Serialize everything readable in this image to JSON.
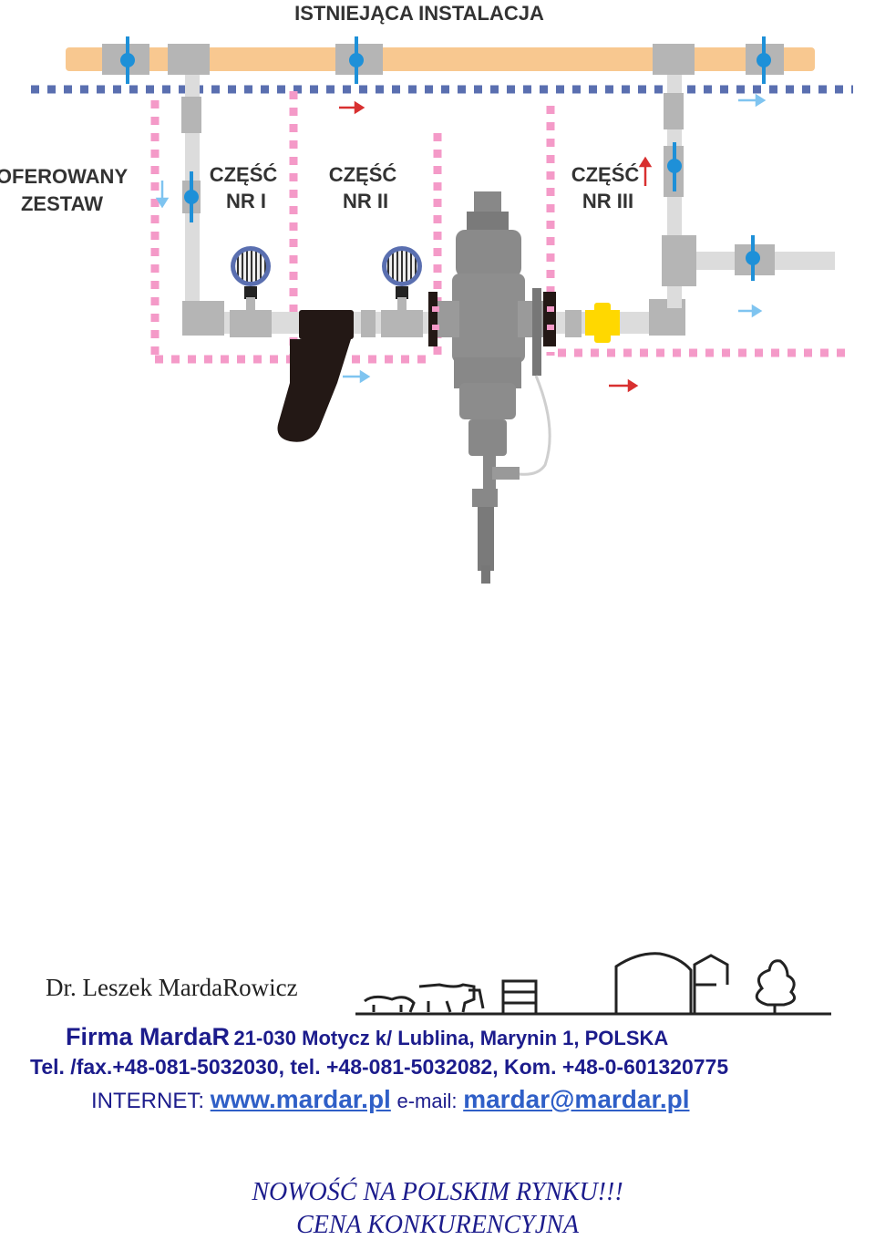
{
  "diagram": {
    "title": "ISTNIEJĄCA INSTALACJA",
    "offered_line1": "OFEROWANY",
    "offered_line2": "ZESTAW",
    "part1_line1": "CZĘŚĆ",
    "part1_line2": "NR I",
    "part2_line1": "CZĘŚĆ",
    "part2_line2": "NR II",
    "part3_line1": "CZĘŚĆ",
    "part3_line2": "NR III",
    "colors": {
      "main_pipe": "#f8c890",
      "pipe": "#d8d8d8",
      "valve": "#1e90d8",
      "existing_border": "#5a6fb0",
      "offered_border": "#f49ac8",
      "flow_red": "#d83030",
      "flow_blue": "#7fc4f0",
      "connector": "#ffd800"
    }
  },
  "footer": {
    "owner": "Dr. Leszek MardaRowicz",
    "company": "Firma MardaR",
    "address": "21-030 Motycz k/ Lublina,   Marynin 1, POLSKA",
    "phones": "Tel. /fax.+48-081-5032030, tel. +48-081-5032082, Kom. +48-0-601320775",
    "internet_label": "INTERNET:",
    "website": "www.mardar.pl",
    "email_label": "e-mail:",
    "email": "mardar@mardar.pl",
    "promo_line1": "NOWOŚĆ NA POLSKIM RYNKU!!!",
    "promo_line2": "CENA KONKURENCYJNA"
  }
}
